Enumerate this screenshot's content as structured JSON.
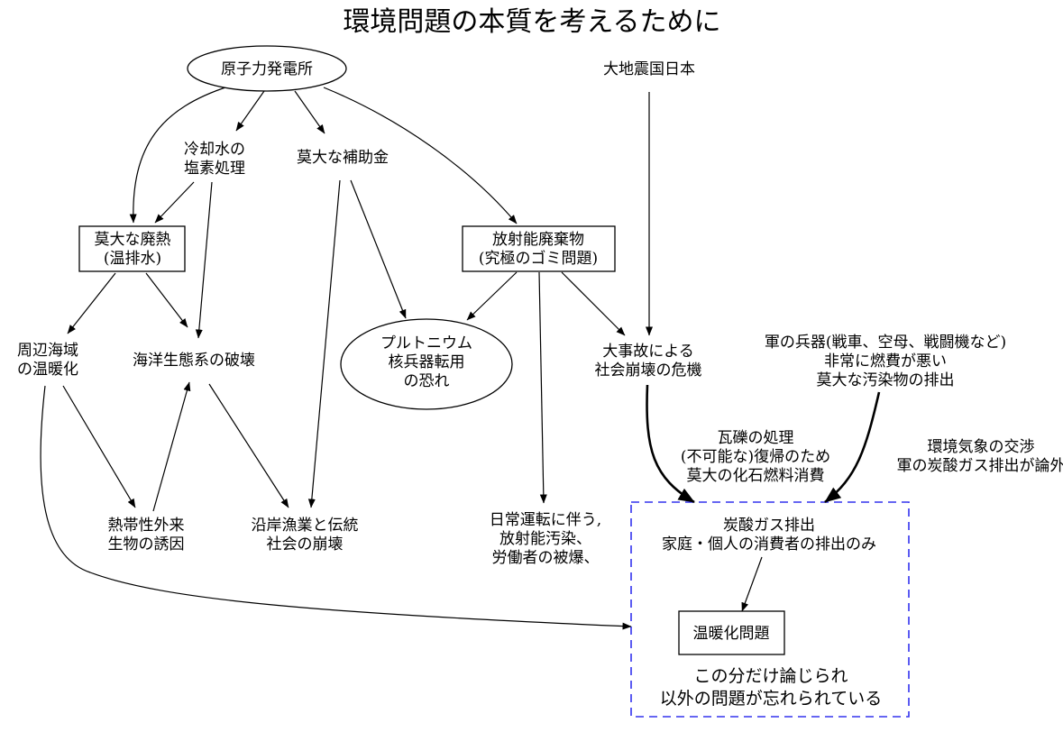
{
  "title": "環境問題の本質を考えるために",
  "nodes": {
    "npp": [
      "原子力発電所"
    ],
    "quake": [
      "大地震国日本"
    ],
    "cooling": [
      "冷却水の",
      "塩素処理"
    ],
    "subsidy": [
      "莫大な補助金"
    ],
    "heat": [
      "莫大な廃熱",
      "(温排水)"
    ],
    "waste": [
      "放射能廃棄物",
      "(究極のゴミ問題)"
    ],
    "seawarm": [
      "周辺海域",
      "の温暖化"
    ],
    "ecosys": [
      "海洋生態系の破壊"
    ],
    "pluto": [
      "プルトニウム",
      "核兵器転用",
      "の恐れ"
    ],
    "accident": [
      "大事故による",
      "社会崩壊の危機"
    ],
    "military": [
      "軍の兵器(戦車、空母、戦闘機など)",
      "非常に燃費が悪い",
      "莫大な汚染物の排出"
    ],
    "tropical": [
      "熱帯性外来",
      "生物の誘因"
    ],
    "fishery": [
      "沿岸漁業と伝統",
      "社会の崩壊"
    ],
    "daily": [
      "日常運転に伴う,",
      "放射能汚染、",
      "労働者の被爆、"
    ],
    "co2": [
      "炭酸ガス排出",
      "家庭・個人の消費者の排出のみ"
    ],
    "warming": [
      "温暖化問題"
    ]
  },
  "edge_labels": {
    "rubble": [
      "瓦礫の処理",
      "(不可能な)復帰のため",
      "莫大の化石燃料消費"
    ],
    "climate": [
      "環境気象の交渉",
      "軍の炭酸ガス排出が論外"
    ]
  },
  "cluster": {
    "label": [
      "この分だけ論じられ",
      "以外の問題が忘れられている"
    ],
    "border_color": "#3333ee"
  },
  "edges": [
    [
      "npp",
      "heat"
    ],
    [
      "npp",
      "cooling"
    ],
    [
      "npp",
      "subsidy"
    ],
    [
      "npp",
      "waste"
    ],
    [
      "cooling",
      "heat"
    ],
    [
      "cooling",
      "ecosys"
    ],
    [
      "subsidy",
      "pluto"
    ],
    [
      "subsidy",
      "fishery"
    ],
    [
      "heat",
      "seawarm"
    ],
    [
      "heat",
      "ecosys"
    ],
    [
      "waste",
      "pluto"
    ],
    [
      "waste",
      "daily"
    ],
    [
      "waste",
      "accident"
    ],
    [
      "quake",
      "accident"
    ],
    [
      "seawarm",
      "tropical"
    ],
    [
      "seawarm",
      "cluster"
    ],
    [
      "tropical",
      "ecosys"
    ],
    [
      "ecosys",
      "fishery"
    ],
    [
      "accident",
      "cluster",
      "rubble"
    ],
    [
      "military",
      "cluster",
      "climate"
    ],
    [
      "co2",
      "warming"
    ]
  ]
}
